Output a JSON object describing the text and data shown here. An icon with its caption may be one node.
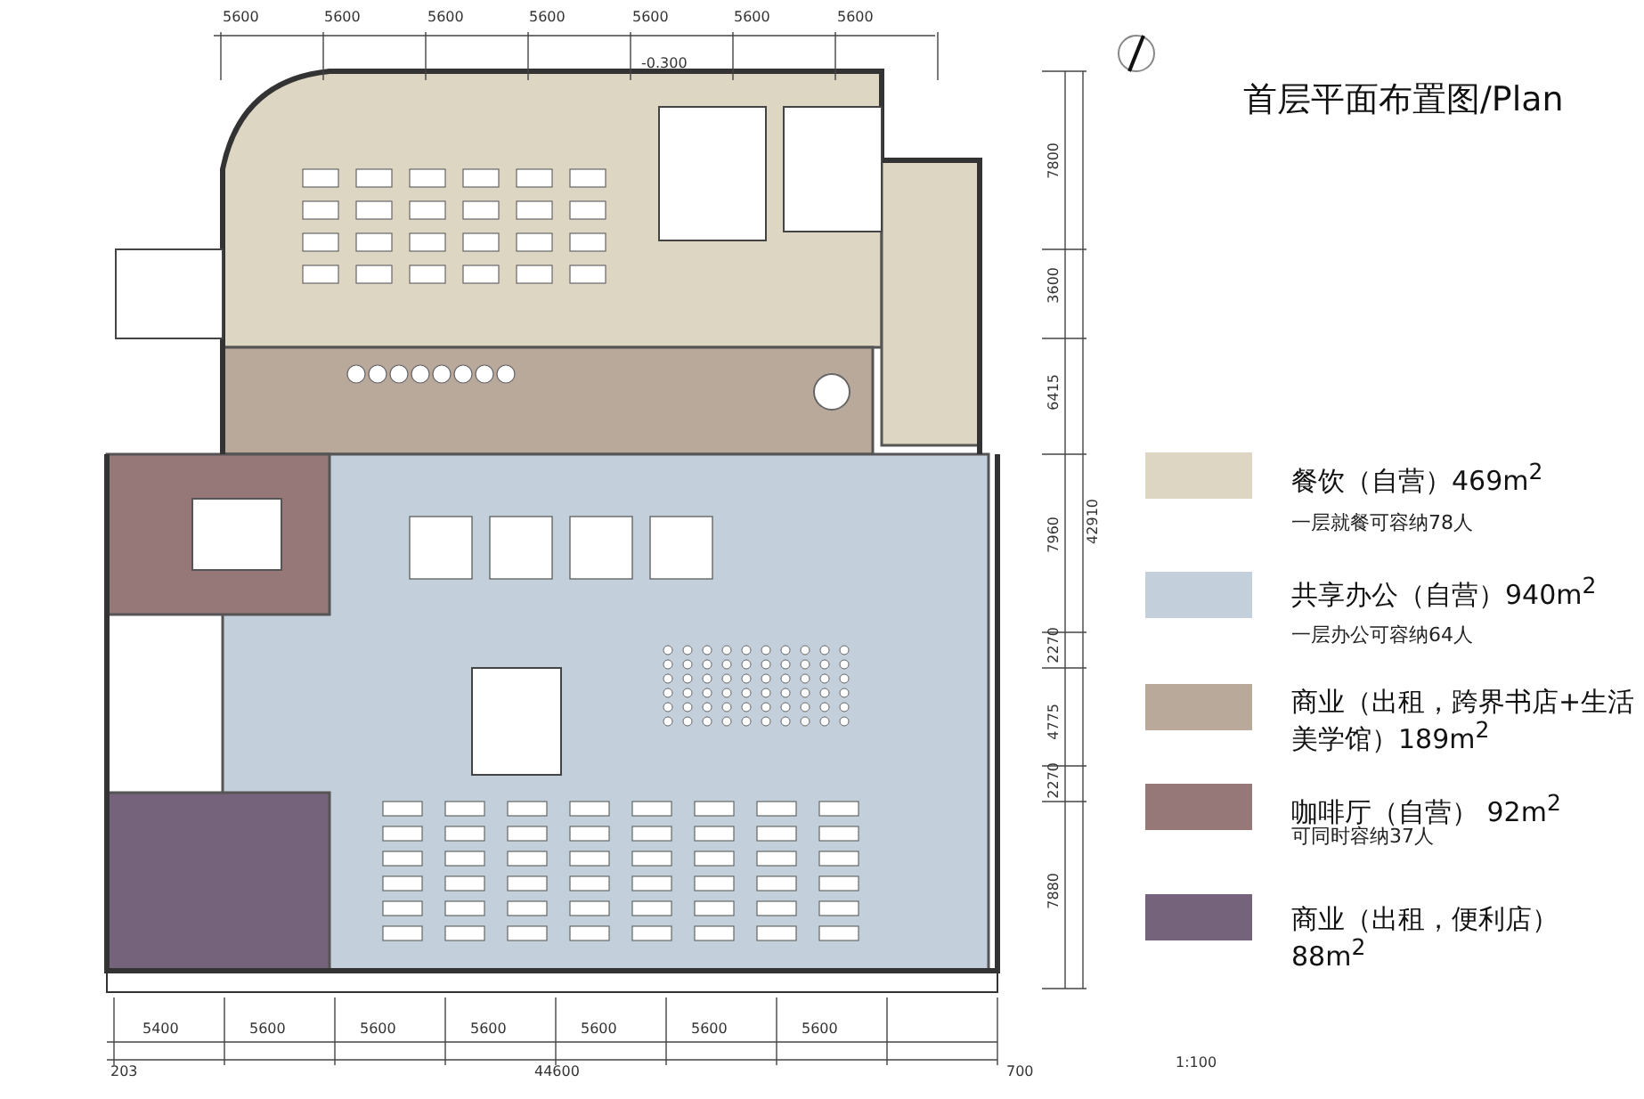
{
  "diagram": {
    "title": "首层平面布置图/Plan",
    "labels": [
      "5600",
      "5600",
      "5600",
      "5600",
      "5600",
      "5600",
      "5600",
      "7800",
      "3600",
      "6415",
      "7960",
      "2270",
      "4775",
      "2270",
      "7880",
      "42910",
      "一层就餐可容纳78人",
      "一层办公可容纳64人",
      "可同时容纳37人",
      "5400",
      "5600",
      "5600",
      "5600",
      "5600",
      "5600",
      "5600",
      "203",
      "44600",
      "700",
      "1:100",
      "-0.300"
    ],
    "legend": [
      {
        "text": "餐饮（自营）469m$^{2}$",
        "color": "#dcd6c3"
      },
      {
        "text": "共享办公（自营）940m$^{2}$",
        "color": "#c3cfdb"
      },
      {
        "text": "商业（出租，跨界书店+生活美学馆）189m$^{2}$",
        "color": "#b9a99b"
      },
      {
        "text": "咖啡厅（自营） 92m$^{2}$",
        "color": "#967878"
      },
      {
        "text": "商业（出租，便利店） 88m$^{2}$",
        "color": "#74637a"
      }
    ]
  }
}
